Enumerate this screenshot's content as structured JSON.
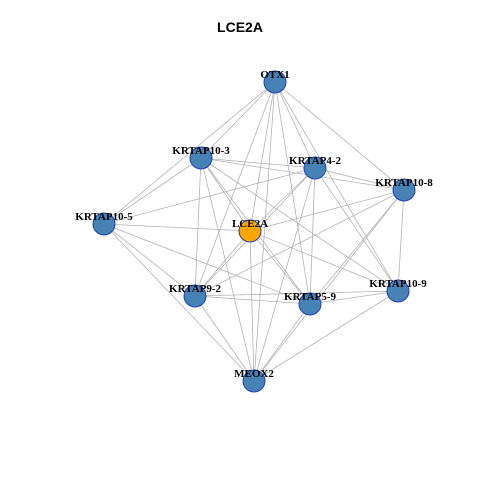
{
  "title": "LCE2A",
  "colors": {
    "node_default": "#4682b4",
    "node_center": "#ffa500",
    "node_border": "#1f3fbf",
    "edge": "#b3b3b3"
  },
  "nodes": [
    {
      "id": "OTX1",
      "label": "OTX1",
      "center": false
    },
    {
      "id": "KRTAP10-3",
      "label": "KRTAP10-3",
      "center": false
    },
    {
      "id": "KRTAP4-2",
      "label": "KRTAP4-2",
      "center": false
    },
    {
      "id": "KRTAP10-8",
      "label": "KRTAP10-8",
      "center": false
    },
    {
      "id": "KRTAP10-5",
      "label": "KRTAP10-5",
      "center": false
    },
    {
      "id": "LCE2A",
      "label": "LCE2A",
      "center": true
    },
    {
      "id": "KRTAP10-9",
      "label": "KRTAP10-9",
      "center": false
    },
    {
      "id": "KRTAP9-2",
      "label": "KRTAP9-2",
      "center": false
    },
    {
      "id": "KRTAP5-9",
      "label": "KRTAP5-9",
      "center": false
    },
    {
      "id": "MEOX2",
      "label": "MEOX2",
      "center": false
    }
  ],
  "edges": [
    [
      "OTX1",
      "KRTAP10-3"
    ],
    [
      "OTX1",
      "KRTAP4-2"
    ],
    [
      "OTX1",
      "KRTAP10-8"
    ],
    [
      "OTX1",
      "KRTAP10-5"
    ],
    [
      "OTX1",
      "LCE2A"
    ],
    [
      "OTX1",
      "KRTAP10-9"
    ],
    [
      "OTX1",
      "KRTAP9-2"
    ],
    [
      "OTX1",
      "KRTAP5-9"
    ],
    [
      "OTX1",
      "MEOX2"
    ],
    [
      "KRTAP10-3",
      "KRTAP4-2"
    ],
    [
      "KRTAP10-3",
      "KRTAP10-8"
    ],
    [
      "KRTAP10-3",
      "KRTAP10-5"
    ],
    [
      "KRTAP10-3",
      "LCE2A"
    ],
    [
      "KRTAP10-3",
      "KRTAP10-9"
    ],
    [
      "KRTAP10-3",
      "KRTAP9-2"
    ],
    [
      "KRTAP10-3",
      "KRTAP5-9"
    ],
    [
      "KRTAP10-3",
      "MEOX2"
    ],
    [
      "KRTAP4-2",
      "KRTAP10-8"
    ],
    [
      "KRTAP4-2",
      "KRTAP10-5"
    ],
    [
      "KRTAP4-2",
      "LCE2A"
    ],
    [
      "KRTAP4-2",
      "KRTAP10-9"
    ],
    [
      "KRTAP4-2",
      "KRTAP9-2"
    ],
    [
      "KRTAP4-2",
      "KRTAP5-9"
    ],
    [
      "KRTAP4-2",
      "MEOX2"
    ],
    [
      "KRTAP10-8",
      "LCE2A"
    ],
    [
      "KRTAP10-8",
      "KRTAP10-9"
    ],
    [
      "KRTAP10-8",
      "KRTAP9-2"
    ],
    [
      "KRTAP10-8",
      "KRTAP5-9"
    ],
    [
      "KRTAP10-8",
      "MEOX2"
    ],
    [
      "KRTAP10-5",
      "LCE2A"
    ],
    [
      "KRTAP10-5",
      "KRTAP9-2"
    ],
    [
      "KRTAP10-5",
      "KRTAP5-9"
    ],
    [
      "KRTAP10-5",
      "MEOX2"
    ],
    [
      "LCE2A",
      "KRTAP10-9"
    ],
    [
      "LCE2A",
      "KRTAP9-2"
    ],
    [
      "LCE2A",
      "KRTAP5-9"
    ],
    [
      "LCE2A",
      "MEOX2"
    ],
    [
      "KRTAP10-9",
      "KRTAP9-2"
    ],
    [
      "KRTAP10-9",
      "KRTAP5-9"
    ],
    [
      "KRTAP10-9",
      "MEOX2"
    ],
    [
      "KRTAP9-2",
      "KRTAP5-9"
    ],
    [
      "KRTAP9-2",
      "MEOX2"
    ],
    [
      "KRTAP5-9",
      "MEOX2"
    ]
  ]
}
